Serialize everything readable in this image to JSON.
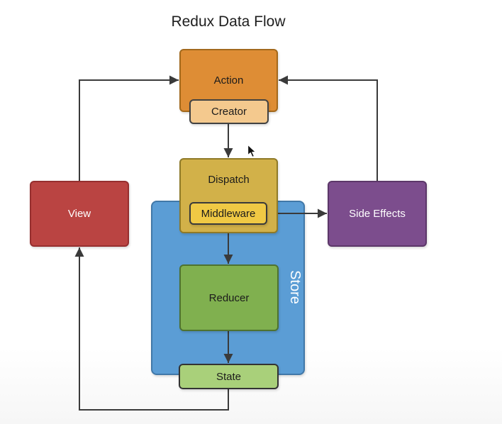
{
  "title": "Redux Data Flow",
  "connector_color": "#3a3a3a",
  "icons": {
    "cursor": "mouse-pointer-icon"
  },
  "nodes": {
    "action": {
      "label": "Action",
      "fill": "#DE8D35",
      "border": "#A3691C",
      "text_color": "#1b1b1b"
    },
    "creator": {
      "label": "Creator",
      "fill": "#F4C98E",
      "border": "#424242",
      "text_color": "#1b1b1b"
    },
    "dispatch": {
      "label": "Dispatch",
      "fill": "#D2B149",
      "border": "#8F7A28",
      "text_color": "#1b1b1b"
    },
    "middleware": {
      "label": "Middleware",
      "fill": "#F0C944",
      "border": "#3a3a3a",
      "text_color": "#1b1b1b"
    },
    "store": {
      "label": "Store",
      "fill": "#5B9DD5",
      "border": "#4178A8",
      "text_color": "#ffffff"
    },
    "reducer": {
      "label": "Reducer",
      "fill": "#80B04F",
      "border": "#4E7230",
      "text_color": "#1b1b1b"
    },
    "state": {
      "label": "State",
      "fill": "#A9D07A",
      "border": "#333333",
      "text_color": "#1b1b1b"
    },
    "view": {
      "label": "View",
      "fill": "#BA4442",
      "border": "#962F2F",
      "text_color": "#ffffff"
    },
    "side_effects": {
      "label": "Side Effects",
      "fill": "#7C4D8D",
      "border": "#5C3769",
      "text_color": "#ffffff"
    }
  },
  "connections": [
    {
      "from": "View",
      "to": "Action"
    },
    {
      "from": "Side Effects",
      "to": "Action"
    },
    {
      "from": "Action Creator",
      "to": "Dispatch"
    },
    {
      "from": "Middleware",
      "to": "Side Effects"
    },
    {
      "from": "Dispatch",
      "to": "Reducer"
    },
    {
      "from": "Reducer",
      "to": "State"
    },
    {
      "from": "State",
      "to": "View"
    }
  ]
}
